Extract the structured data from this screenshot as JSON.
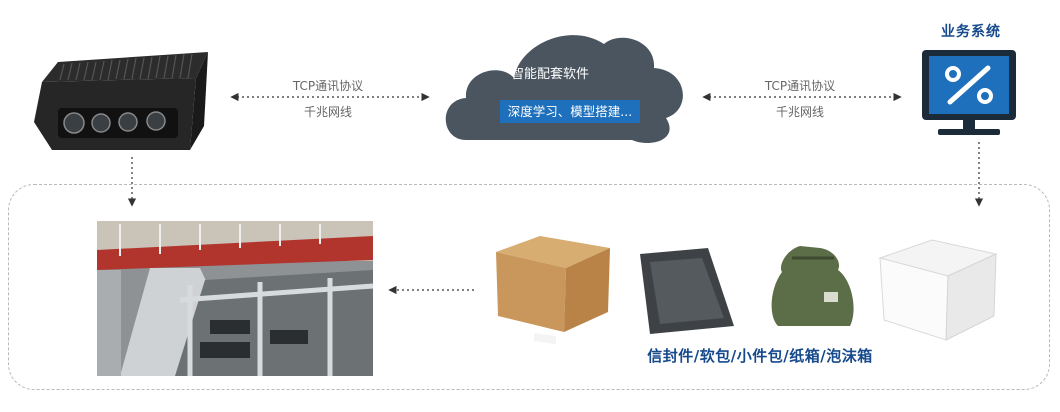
{
  "cloud": {
    "title": "智能配套软件",
    "subtitle": "深度学习、模型搭建..."
  },
  "links": {
    "left": {
      "protocol": "TCP通讯协议",
      "cable": "千兆网线"
    },
    "right": {
      "protocol": "TCP通讯协议",
      "cable": "千兆网线"
    }
  },
  "business_system": {
    "title": "业务系统",
    "icon": "percent-monitor-icon"
  },
  "packages": {
    "caption": "信封件/软包/小件包/纸箱/泡沫箱",
    "items": [
      "carton-box",
      "soft-bag",
      "small-sack",
      "foam-box"
    ]
  },
  "colors": {
    "cloud": "#4a5560",
    "accent_blue": "#1f70bc",
    "title_blue": "#164a8c",
    "dashed": "#b9b9b9"
  }
}
